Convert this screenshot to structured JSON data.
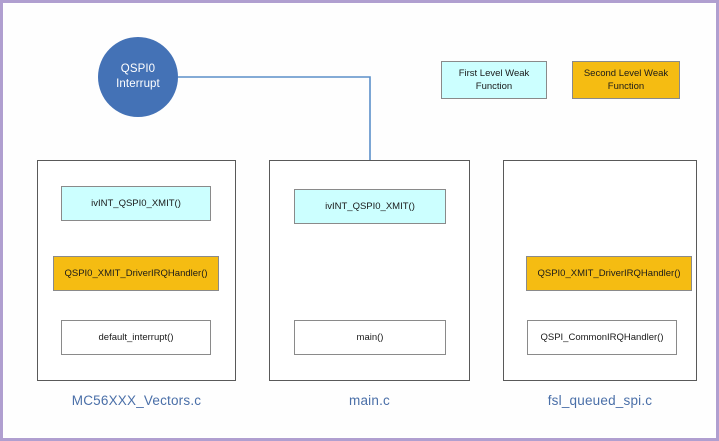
{
  "diagram": {
    "title_node": {
      "line1": "QSPI0",
      "line2": "Interrupt",
      "color": "#4472b6"
    },
    "legend": [
      {
        "name": "first-level-weak",
        "line1": "First Level Weak",
        "line2": "Function",
        "color": "#ccffff"
      },
      {
        "name": "second-level-weak",
        "line1": "Second Level Weak",
        "line2": "Function",
        "color": "#f5bc12"
      }
    ],
    "columns": [
      {
        "id": "vectors",
        "file_label": "MC56XXX_Vectors.c",
        "functions": [
          {
            "label": "ivINT_QSPI0_XMIT()",
            "style": "cyan"
          },
          {
            "label": "QSPI0_XMIT_DriverIRQHandler()",
            "style": "orange"
          },
          {
            "label": "default_interrupt()",
            "style": "white"
          }
        ]
      },
      {
        "id": "main",
        "file_label": "main.c",
        "functions": [
          {
            "label": "ivINT_QSPI0_XMIT()",
            "style": "cyan"
          },
          {
            "label": "main()",
            "style": "white"
          }
        ]
      },
      {
        "id": "fsl-queued-spi",
        "file_label": "fsl_queued_spi.c",
        "functions": [
          {
            "label": "QSPI0_XMIT_DriverIRQHandler()",
            "style": "orange"
          },
          {
            "label": "QSPI_CommonIRQHandler()",
            "style": "white"
          }
        ]
      }
    ],
    "connector": {
      "name": "interrupt-to-vector-arrow",
      "color": "#5b8fc9",
      "from": "QSPI0 Interrupt",
      "to": "main.c / ivINT_QSPI0_XMIT()"
    },
    "frame_color": "#b09fd0"
  }
}
